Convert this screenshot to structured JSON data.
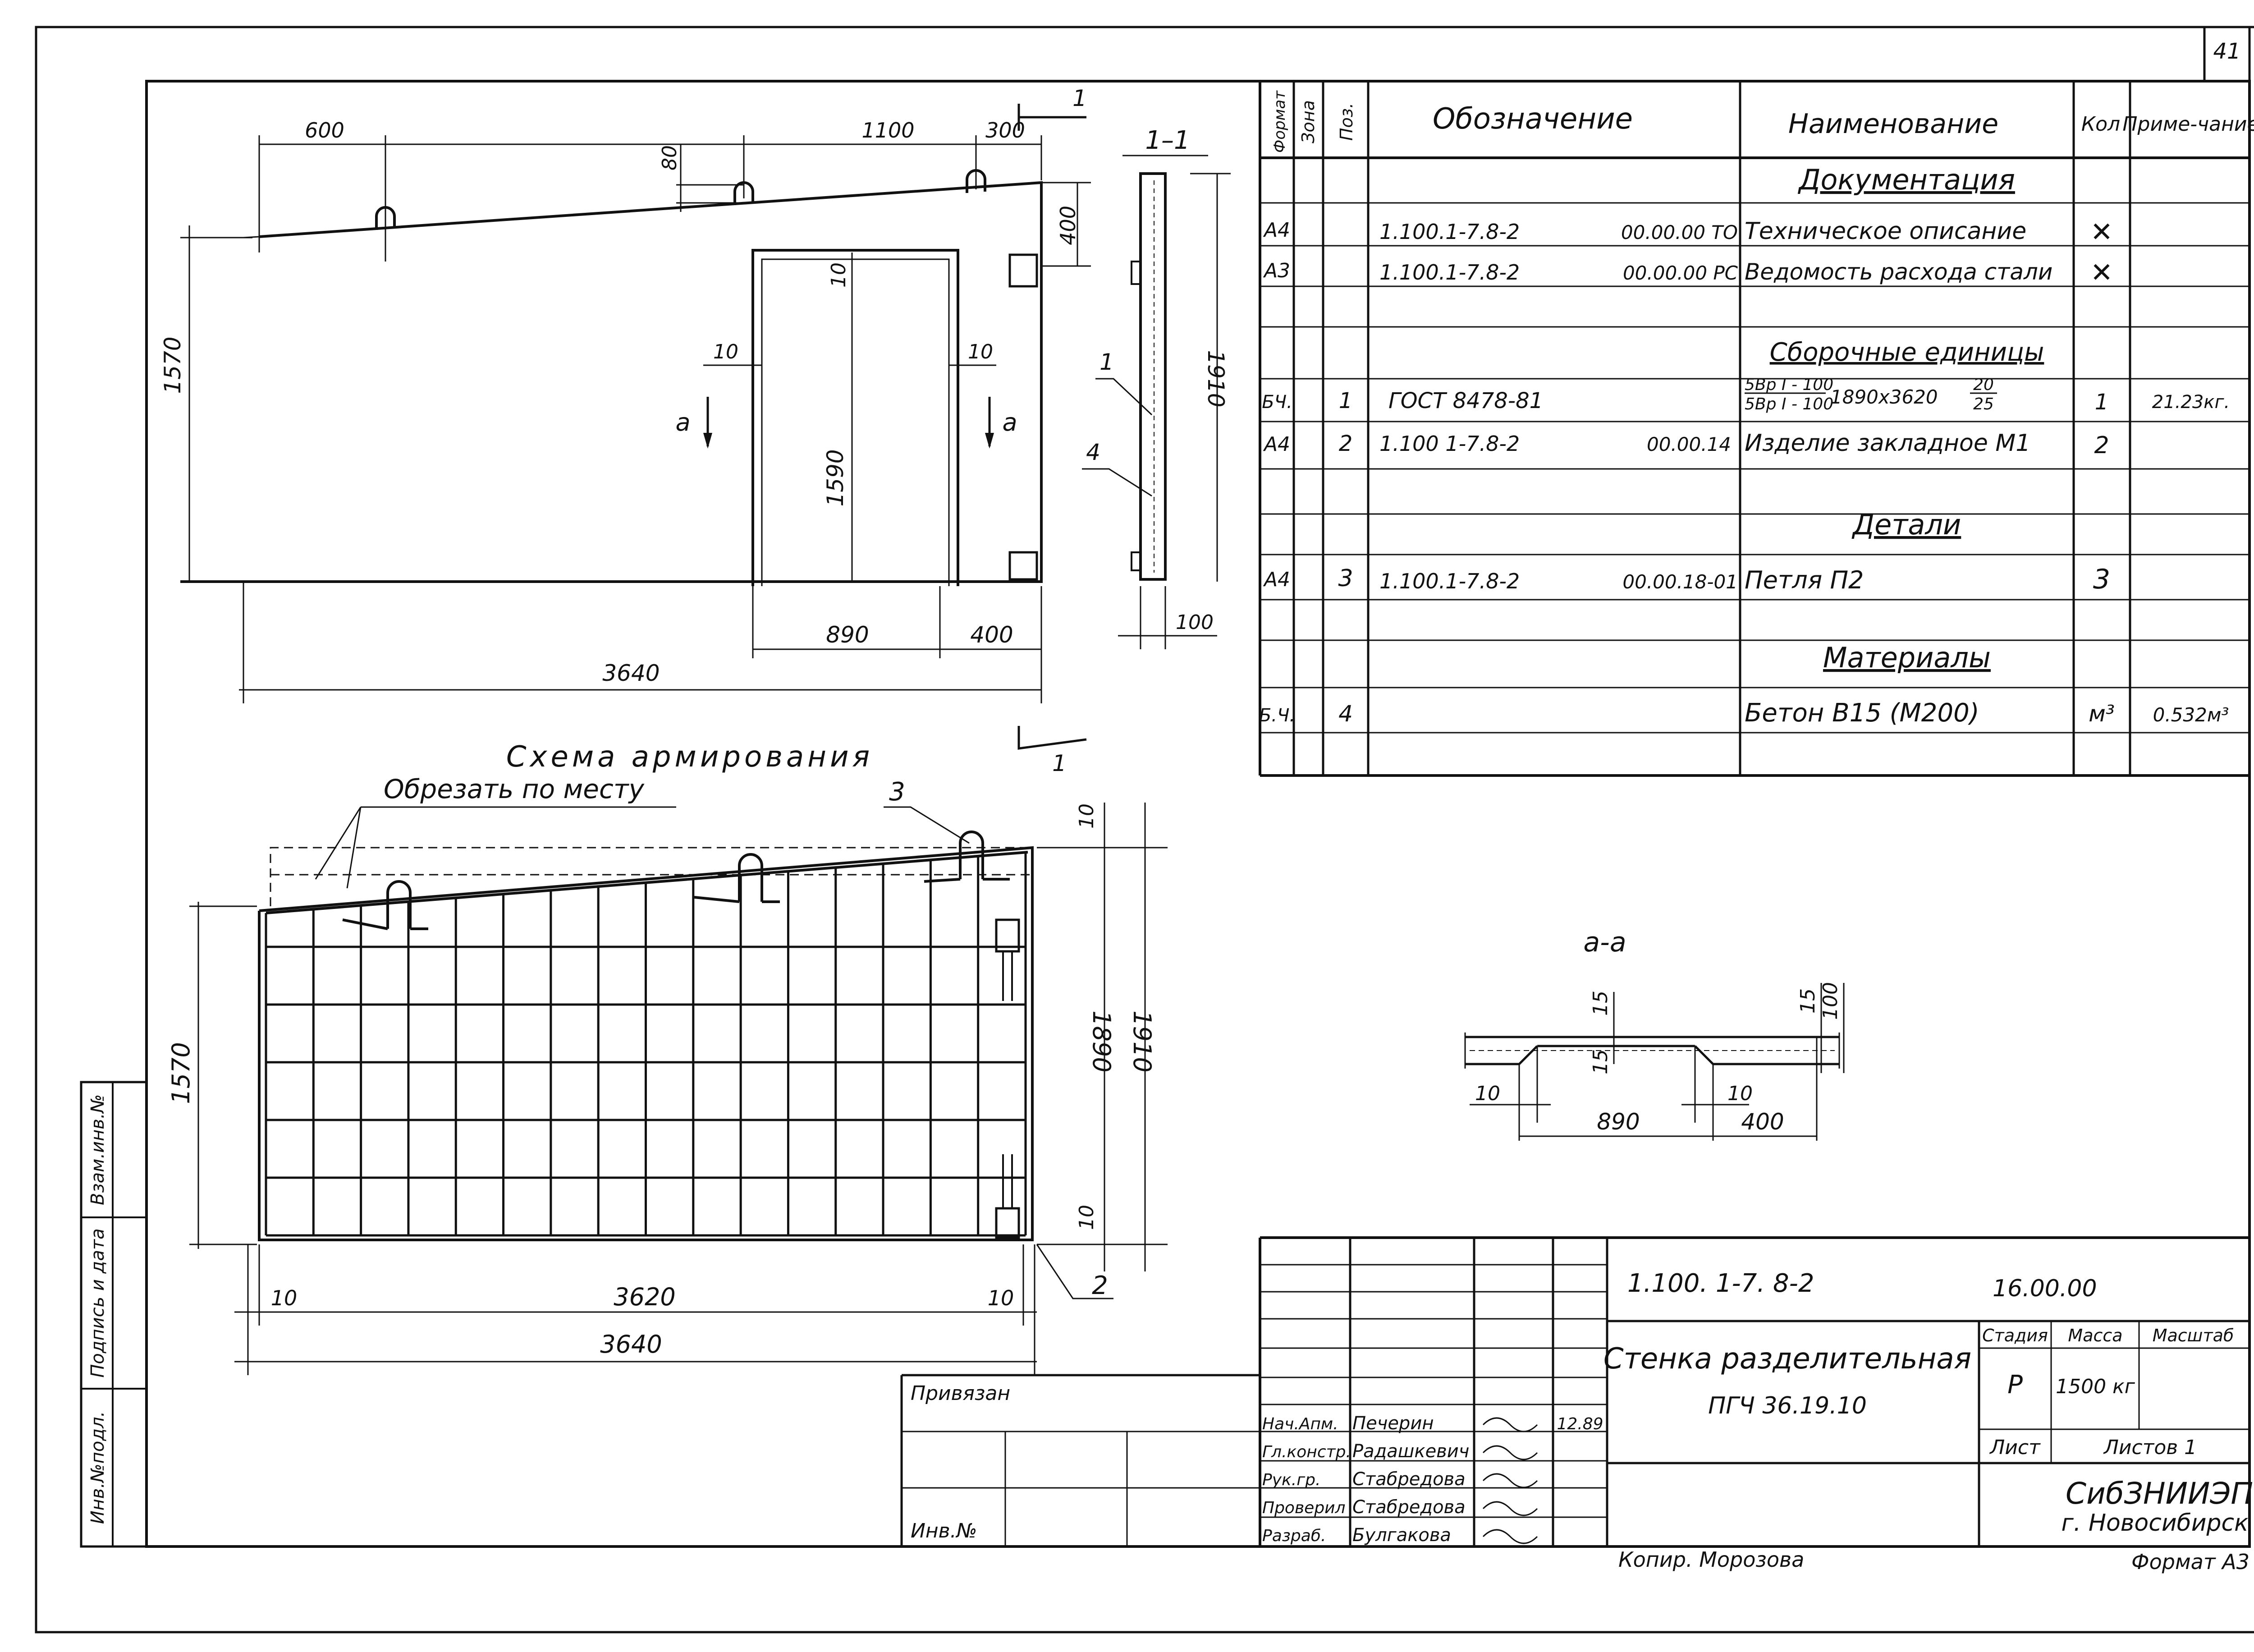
{
  "page_number": "41",
  "elevation": {
    "dims": {
      "d600": "600",
      "d1100": "1100",
      "d300": "300",
      "d80": "80",
      "d400_top": "400",
      "d1570": "1570",
      "d1910": "1910",
      "d10_top": "10",
      "d10_left": "10",
      "d10_right": "10",
      "d1590": "1590",
      "d890": "890",
      "d400_bottom": "400",
      "d3640": "3640",
      "d100": "100"
    },
    "section_mark": "1",
    "section_title": "1–1",
    "cut_a": "а",
    "leaders": {
      "l1": "1",
      "l4": "4"
    }
  },
  "rebar": {
    "title": "Схема армирования",
    "note": "Обрезать по месту",
    "dims": {
      "d1570": "1570",
      "d1890": "1890",
      "d1910": "1910",
      "d10_top": "10",
      "d10_bottom": "10",
      "d10_left": "10",
      "d3620": "3620",
      "d10_right": "10",
      "d3640": "3640"
    },
    "leaders": {
      "l3": "3",
      "l2": "2"
    }
  },
  "section_aa": {
    "title": "а-а",
    "dims": {
      "d15_left": "15",
      "d15_mid": "15",
      "d15_right": "15",
      "d100": "100",
      "d10_left": "10",
      "d10_right": "10",
      "d890": "890",
      "d400": "400"
    }
  },
  "spec": {
    "headers": {
      "format": "Формат",
      "zone": "Зона",
      "pos": "Поз.",
      "designation": "Обозначение",
      "name": "Наименование",
      "qty": "Кол",
      "note": "Приме-чание"
    },
    "sections": {
      "documentation": "Документация",
      "assembly": "Сборочные единицы",
      "details": "Детали",
      "materials": "Материалы"
    },
    "rows": {
      "doc1": {
        "format": "А4",
        "designation": "1.100.1-7.8-2",
        "code": "00.00.00 ТО",
        "name": "Техническое описание",
        "qty": "✕"
      },
      "doc2": {
        "format": "А3",
        "designation": "1.100.1-7.8-2",
        "code": "00.00.00 РС",
        "name": "Ведомость расхода стали",
        "qty": "✕"
      },
      "asm1": {
        "format": "БЧ.",
        "pos": "1",
        "designation": "ГОСТ 8478-81",
        "name_top": "5Вр I - 100",
        "name_bottom": "5Вр I - 100",
        "name_size": "1890х3620",
        "name_frac_top": "20",
        "name_frac_bottom": "25",
        "qty": "1",
        "note": "21.23кг."
      },
      "asm2": {
        "format": "А4",
        "pos": "2",
        "designation": "1.100 1-7.8-2",
        "code": "00.00.14",
        "name": "Изделие закладное М1",
        "qty": "2"
      },
      "det1": {
        "format": "А4",
        "pos": "3",
        "designation": "1.100.1-7.8-2",
        "code": "00.00.18-01",
        "name": "Петля П2",
        "qty": "3"
      },
      "mat1": {
        "format": "Б.Ч.",
        "pos": "4",
        "name": "Бетон В15 (М200)",
        "qty": "м³",
        "note": "0.532м³"
      }
    }
  },
  "title_block": {
    "code": "1.100. 1-7. 8-2",
    "code_suffix": "16.00.00",
    "product_name": "Стенка разделительная",
    "product_mark": "ПГЧ 36.19.10",
    "stage_label": "Стадия",
    "mass_label": "Масса",
    "scale_label": "Масштаб",
    "stage": "Р",
    "mass": "1500 кг",
    "sheet_label": "Лист",
    "sheets_label": "Листов 1",
    "org": "СибЗНИИЭП",
    "city": "г. Новосибирск",
    "roles": [
      {
        "role": "Нач.Апм.",
        "person": "Печерин",
        "date": "12.89"
      },
      {
        "role": "Гл.констр.",
        "person": "Радашкевич",
        "date": ""
      },
      {
        "role": "Рук.гр.",
        "person": "Стабредова",
        "date": ""
      },
      {
        "role": "Проверил",
        "person": "Стабредова",
        "date": ""
      },
      {
        "role": "Разраб.",
        "person": "Булгакова",
        "date": ""
      }
    ],
    "privyazan": "Привязан",
    "inv_no": "Инв.№",
    "copied": "Копир. Морозова",
    "format": "Формат А3"
  },
  "side_stamp": {
    "inv_orig": "Инв.№подл.",
    "sign_date": "Подпись и дата",
    "replace_inv": "Взам.инв.№"
  }
}
